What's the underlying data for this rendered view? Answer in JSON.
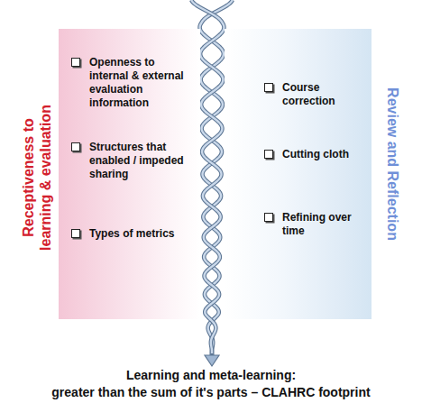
{
  "diagram": {
    "caption": "Learning and meta-learning: greater than the sum of it's parts – CLAHRC footprint",
    "nodes": [
      {
        "text": [
          "Receptiveness to learning & evaluation",
          "Openness to internal & external evaluation information",
          "Structures that enabled / impeded sharing",
          "Types of metrics"
        ]
      },
      {
        "text": [
          "Review and Reflection",
          "Course correction",
          "Cutting cloth",
          "Refining over time"
        ]
      }
    ]
  }
}
